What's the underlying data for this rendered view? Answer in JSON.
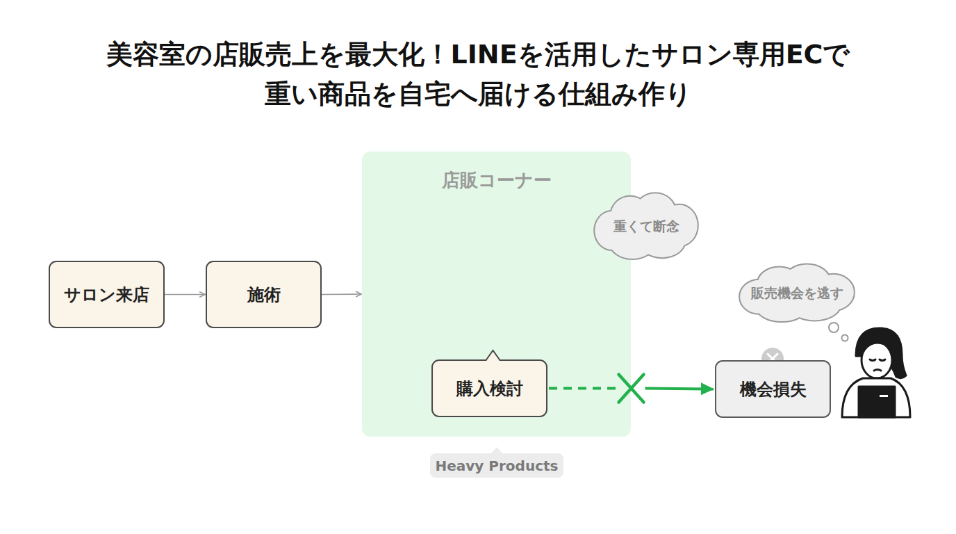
{
  "diagram": {
    "title": "美容室の店販売上を最大化！LINEを活用したサロン専用ECで 重い商品を自宅へ届ける仕組み作り",
    "nodes": [
      {
        "text": [
          "サロン来店"
        ]
      },
      {
        "text": [
          "施術"
        ]
      },
      {
        "text": [
          "店販コーナー"
        ]
      },
      {
        "text": [
          "購入検討"
        ],
        "in": 2
      },
      {
        "text": [
          "重くて断念"
        ]
      },
      {
        "text": [
          "販売機会を逃す"
        ]
      },
      {
        "text": [
          "機会損失"
        ]
      },
      {
        "text": [
          "Heavy Products"
        ]
      }
    ],
    "edges": [
      {
        "from": 0,
        "to": 1,
        "arrow": "to"
      },
      {
        "from": 1,
        "to": 2,
        "arrow": "to"
      },
      {
        "from": 3,
        "to": 6,
        "arrow": "to"
      }
    ]
  }
}
